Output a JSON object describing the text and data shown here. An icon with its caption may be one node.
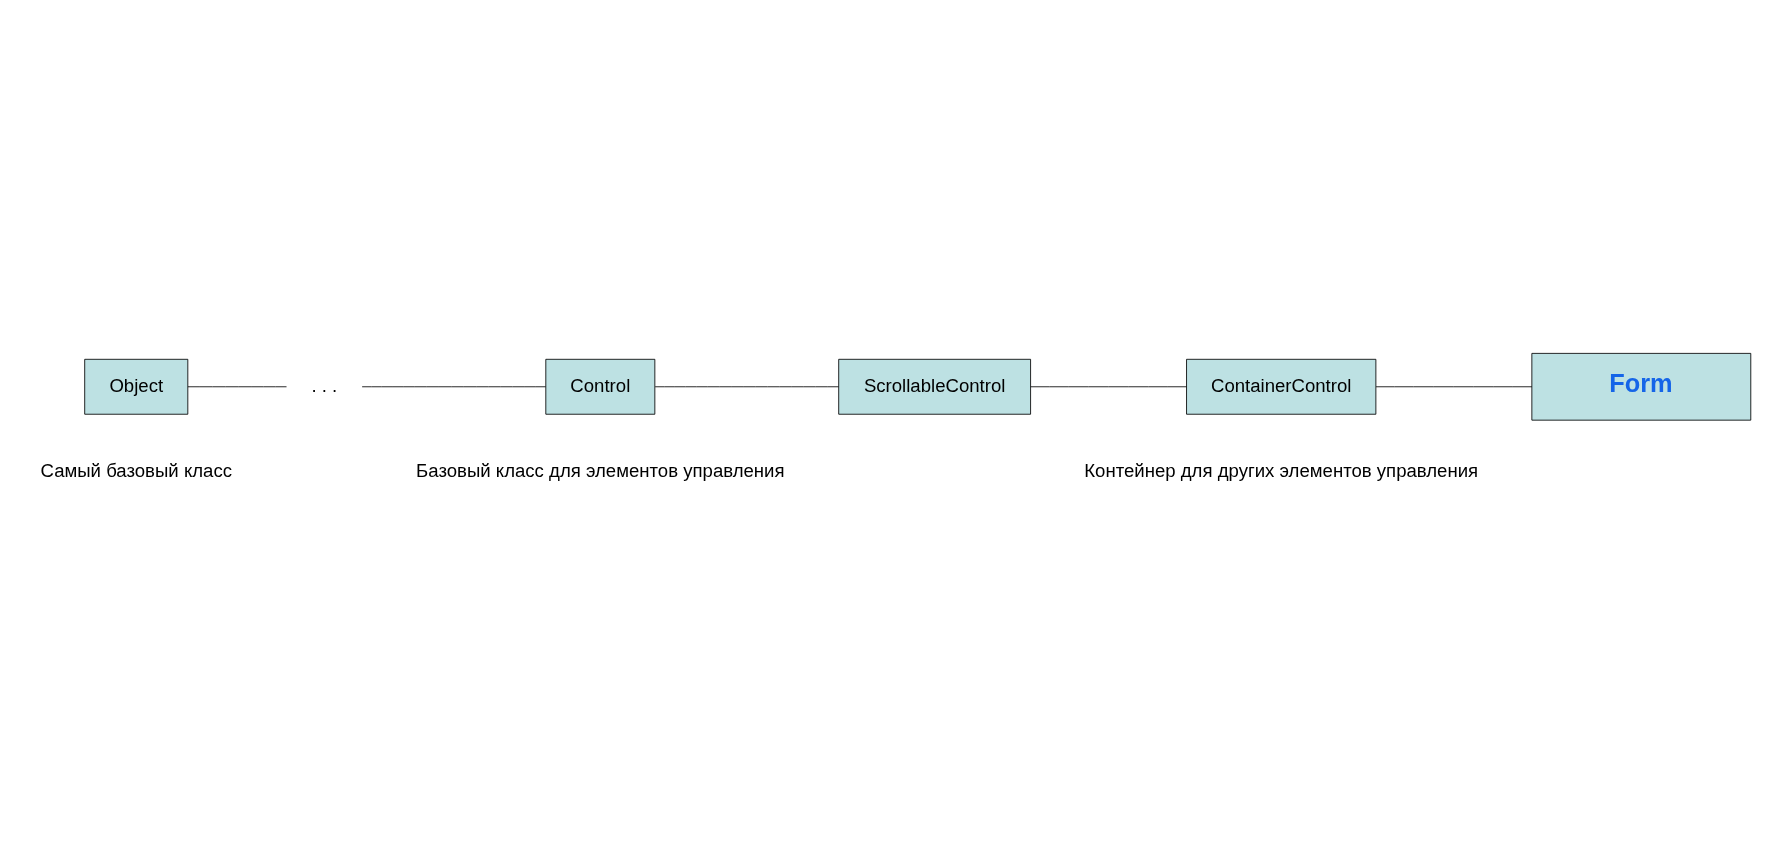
{
  "diagram": {
    "nodes": [
      {
        "text": [
          "Object"
        ],
        "beside": [
          "Самый базовый класс"
        ]
      },
      {
        "text": [
          ". . ."
        ]
      },
      {
        "text": [
          "Control"
        ],
        "beside": [
          "Базовый класс для элементов управления"
        ]
      },
      {
        "text": [
          "ScrollableControl"
        ]
      },
      {
        "text": [
          "ContainerControl"
        ],
        "beside": [
          "Контейнер для других элементов управления"
        ]
      },
      {
        "text": [
          "Form"
        ]
      }
    ],
    "edges": [
      {
        "from": 0,
        "to": 1,
        "arrow": "none"
      },
      {
        "from": 1,
        "to": 2,
        "arrow": "none"
      },
      {
        "from": 2,
        "to": 3,
        "arrow": "none"
      },
      {
        "from": 3,
        "to": 4,
        "arrow": "none"
      },
      {
        "from": 4,
        "to": 5,
        "arrow": "none"
      }
    ]
  }
}
